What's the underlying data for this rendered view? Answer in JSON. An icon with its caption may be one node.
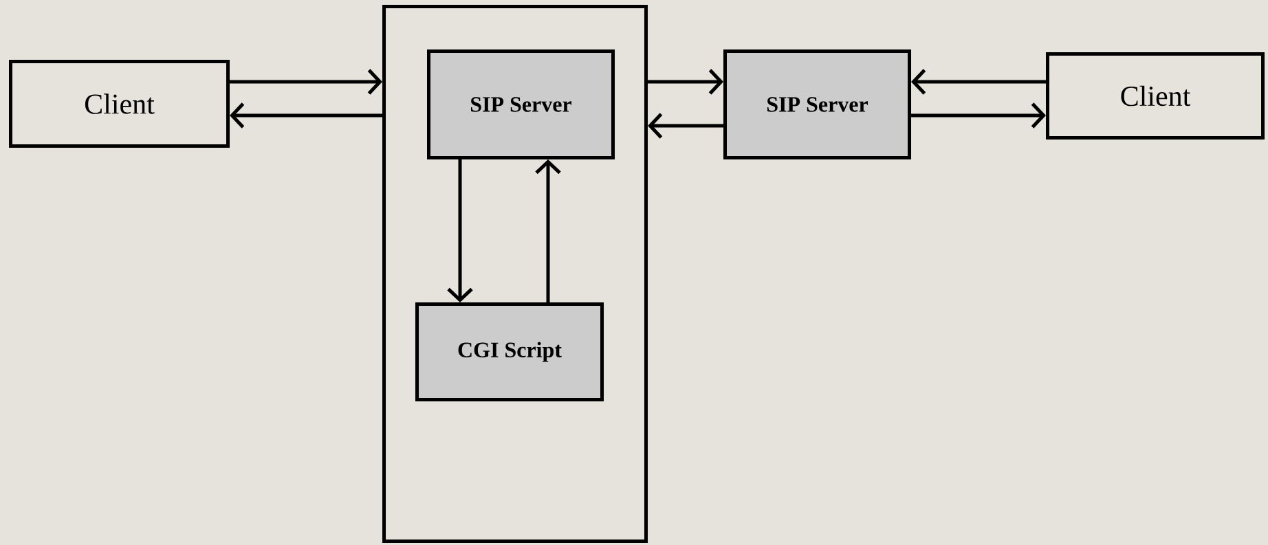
{
  "diagram": {
    "nodes": [
      {
        "text": [
          "Client"
        ]
      },
      {
        "text": [],
        "shape": "box"
      },
      {
        "text": [
          "SIP Server"
        ],
        "in": 1
      },
      {
        "text": [
          "CGI Script"
        ],
        "in": 1
      },
      {
        "text": [
          "SIP Server"
        ]
      },
      {
        "text": [
          "Client"
        ]
      }
    ],
    "edges": [
      {
        "from": 0,
        "to": 1,
        "arrow": "to"
      },
      {
        "from": 1,
        "to": 0,
        "arrow": "to"
      },
      {
        "from": 2,
        "to": 3,
        "arrow": "to"
      },
      {
        "from": 3,
        "to": 2,
        "arrow": "to"
      },
      {
        "from": 1,
        "to": 4,
        "arrow": "to"
      },
      {
        "from": 4,
        "to": 1,
        "arrow": "to"
      },
      {
        "from": 5,
        "to": 4,
        "arrow": "to"
      },
      {
        "from": 4,
        "to": 5,
        "arrow": "to"
      }
    ]
  }
}
